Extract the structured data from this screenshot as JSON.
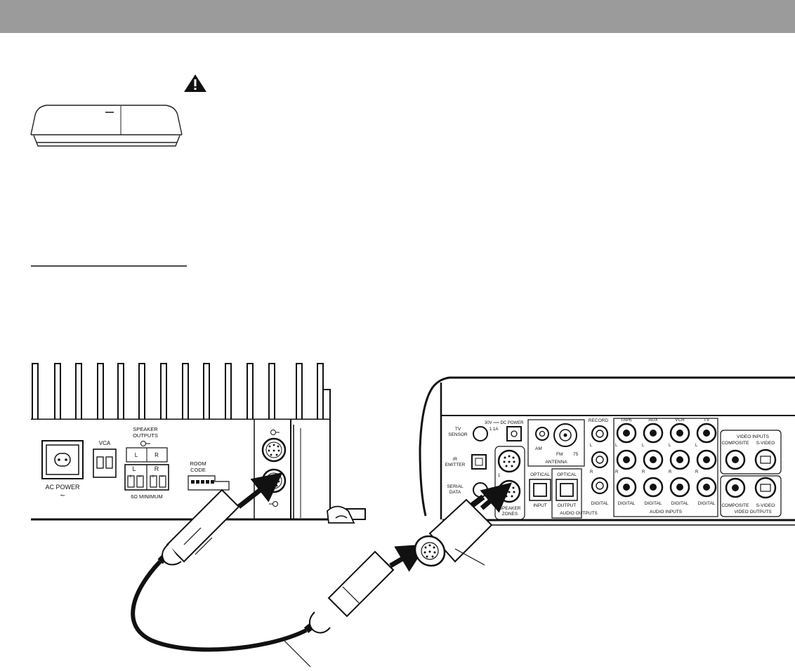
{
  "amplifier": {
    "vca": "VCA",
    "speaker_outputs": [
      "SPEAKER",
      "OUTPUTS"
    ],
    "left": "L",
    "right": "R",
    "plus": "+",
    "minus": "–",
    "impedance": "6Ω  MINIMUM",
    "room_code": [
      "ROOM",
      "CODE"
    ],
    "ac_power": "AC POWER",
    "ac_symbol": "~"
  },
  "receiver": {
    "tv_sensor": [
      "TV",
      "SENSOR"
    ],
    "dc_power": "30V ══ DC POWER",
    "amperage": "1.1A",
    "ir_emitter": [
      "IR",
      "EMITTER"
    ],
    "serial_data": [
      "SERIAL",
      "DATA"
    ],
    "zone_number": "1",
    "speaker_zones": [
      "SPEAKER",
      "ZONES"
    ],
    "am": "AM",
    "fm": "FM",
    "fm_ohms": "75",
    "antenna": "ANTENNA",
    "optical": "OPTICAL",
    "input": "INPUT",
    "output": "OUTPUT",
    "audio_outputs": "AUDIO OUTPUTS",
    "record": "RECORD",
    "digital": "DIGITAL",
    "tape": "TAPE",
    "aux": "AUX",
    "vcr": "VCR",
    "tv": "TV",
    "audio_inputs": "AUDIO INPUTS",
    "video_inputs": "VIDEO INPUTS",
    "composite": "COMPOSITE",
    "s_video": "S-VIDEO",
    "video_outputs": "VIDEO OUTPUTS",
    "channel_l": "L",
    "channel_r": "R"
  }
}
